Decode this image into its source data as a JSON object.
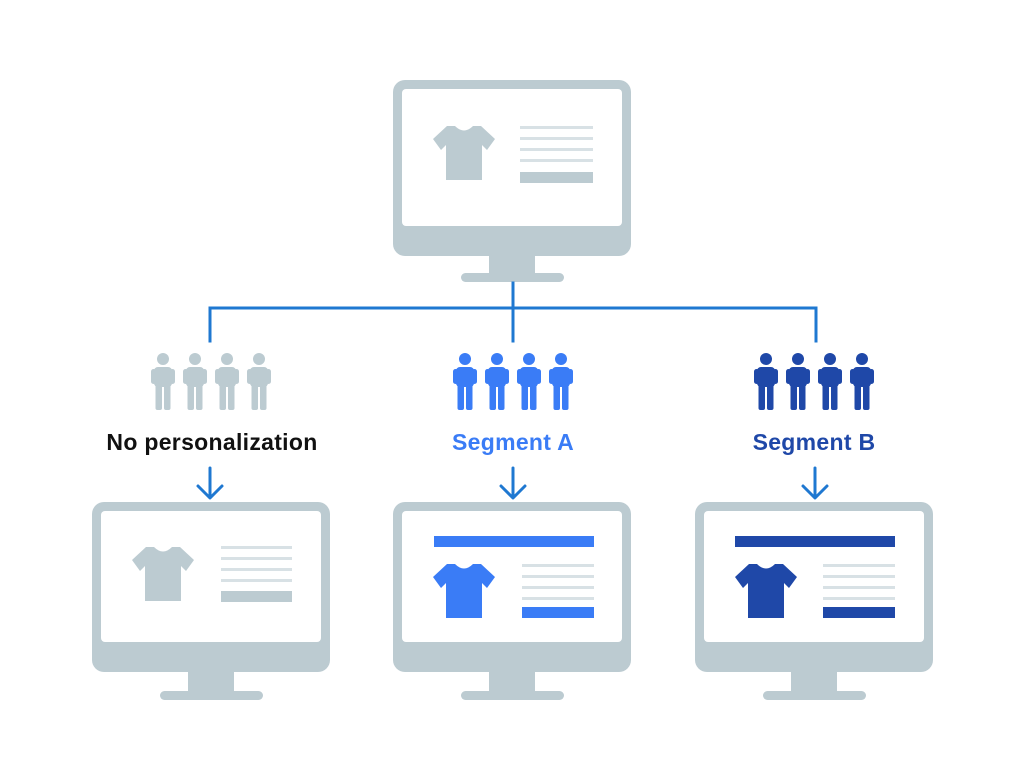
{
  "colors": {
    "neutral": "#bccbd1",
    "connector": "#1f78d1",
    "segment_a": "#3a7cf6",
    "segment_b": "#1f48a8",
    "label_none": "#111111",
    "background": "#ffffff"
  },
  "diagram": {
    "source": {
      "name": "source-monitor",
      "shirt_icon": "t-shirt-icon",
      "variant": "neutral"
    },
    "branches": [
      {
        "key": "none",
        "label": "No personalization",
        "label_color_key": "label_none",
        "audience_color_key": "neutral",
        "content_color_key": "neutral",
        "has_banner": false,
        "audience_icon": "people-group-icon"
      },
      {
        "key": "a",
        "label": "Segment A",
        "label_color_key": "segment_a",
        "audience_color_key": "segment_a",
        "content_color_key": "segment_a",
        "has_banner": true,
        "audience_icon": "people-group-icon"
      },
      {
        "key": "b",
        "label": "Segment B",
        "label_color_key": "segment_b",
        "audience_color_key": "segment_b",
        "content_color_key": "segment_b",
        "has_banner": true,
        "audience_icon": "people-group-icon"
      }
    ]
  }
}
